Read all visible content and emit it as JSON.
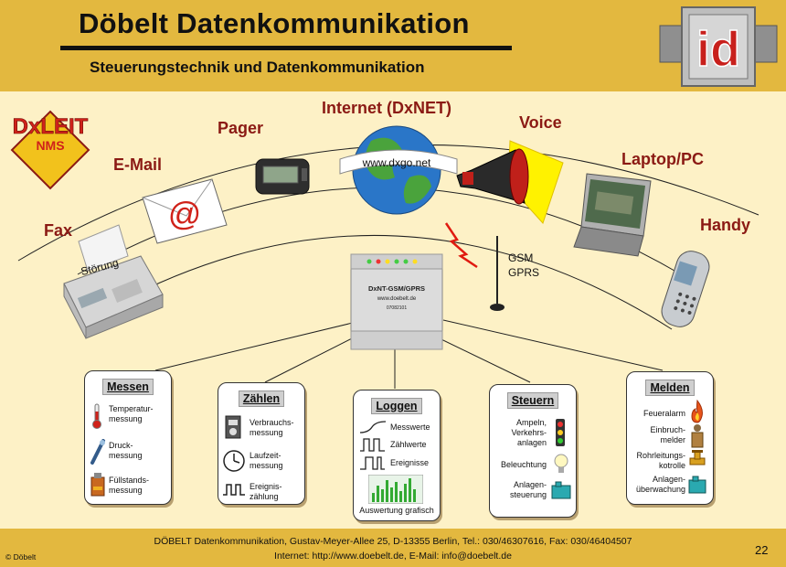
{
  "header": {
    "title": "Döbelt Datenkommunikation",
    "subtitle": "Steuerungstechnik und Datenkommunikation",
    "logo_text": "id"
  },
  "badge": {
    "line1": "DxLEIT",
    "line2": "NMS"
  },
  "channels": {
    "fax": "Fax",
    "email": "E-Mail",
    "pager": "Pager",
    "internet": "Internet (DxNET)",
    "voice": "Voice",
    "laptop": "Laptop/PC",
    "handy": "Handy"
  },
  "fax_label": "Störung",
  "globe_url": "www.dxgo.net",
  "gsm": {
    "line1": "GSM",
    "line2": "GPRS"
  },
  "device": {
    "line1": "DxNT-GSM/GPRS",
    "line2": "www.doebelt.de",
    "line3": "07082101"
  },
  "boxes": {
    "messen": {
      "title": "Messen",
      "items": [
        {
          "icon": "thermometer-icon",
          "l1": "Temperatur-",
          "l2": "messung"
        },
        {
          "icon": "pressure-icon",
          "l1": "Druck-",
          "l2": "messung"
        },
        {
          "icon": "tank-icon",
          "l1": "Füllstands-",
          "l2": "messung"
        }
      ]
    },
    "zaehlen": {
      "title": "Zählen",
      "items": [
        {
          "icon": "meter-icon",
          "l1": "Verbrauchs-",
          "l2": "messung"
        },
        {
          "icon": "clock-icon",
          "l1": "Laufzeit-",
          "l2": "messung"
        },
        {
          "icon": "pulse-icon",
          "l1": "Ereignis-",
          "l2": "zählung"
        }
      ]
    },
    "loggen": {
      "title": "Loggen",
      "items": [
        {
          "icon": "curve-icon",
          "l1": "Messwerte"
        },
        {
          "icon": "counter-pulse-icon",
          "l1": "Zählwerte"
        },
        {
          "icon": "event-pulse-icon",
          "l1": "Ereignisse"
        }
      ],
      "caption": "Auswertung grafisch"
    },
    "steuern": {
      "title": "Steuern",
      "items": [
        {
          "icon": "traffic-light-icon",
          "l1": "Ampeln,",
          "l2": "Verkehrs-",
          "l3": "anlagen"
        },
        {
          "icon": "lightbulb-icon",
          "l1": "Beleuchtung"
        },
        {
          "icon": "machine-icon",
          "l1": "Anlagen-",
          "l2": "steuerung"
        }
      ]
    },
    "melden": {
      "title": "Melden",
      "items": [
        {
          "icon": "fire-icon",
          "l1": "Feueralarm"
        },
        {
          "icon": "burglar-icon",
          "l1": "Einbruch-",
          "l2": "melder"
        },
        {
          "icon": "valve-icon",
          "l1": "Rohrleitungs-",
          "l2": "kotrolle"
        },
        {
          "icon": "plant-icon",
          "l1": "Anlagen-",
          "l2": "überwachung"
        }
      ]
    }
  },
  "footer": {
    "line1": "DÖBELT Datenkommunikation, Gustav-Meyer-Allee 25, D-13355 Berlin, Tel.: 030/46307616, Fax: 030/46404507",
    "line2": "Internet: http://www.doebelt.de, E-Mail: info@doebelt.de",
    "copyright": "© Döbelt",
    "page": "22"
  },
  "colors": {
    "header_bg": "#e3b83f",
    "body_bg": "#fdf1c6",
    "channel_text": "#8b1a14",
    "logo_red": "#c8201c"
  }
}
